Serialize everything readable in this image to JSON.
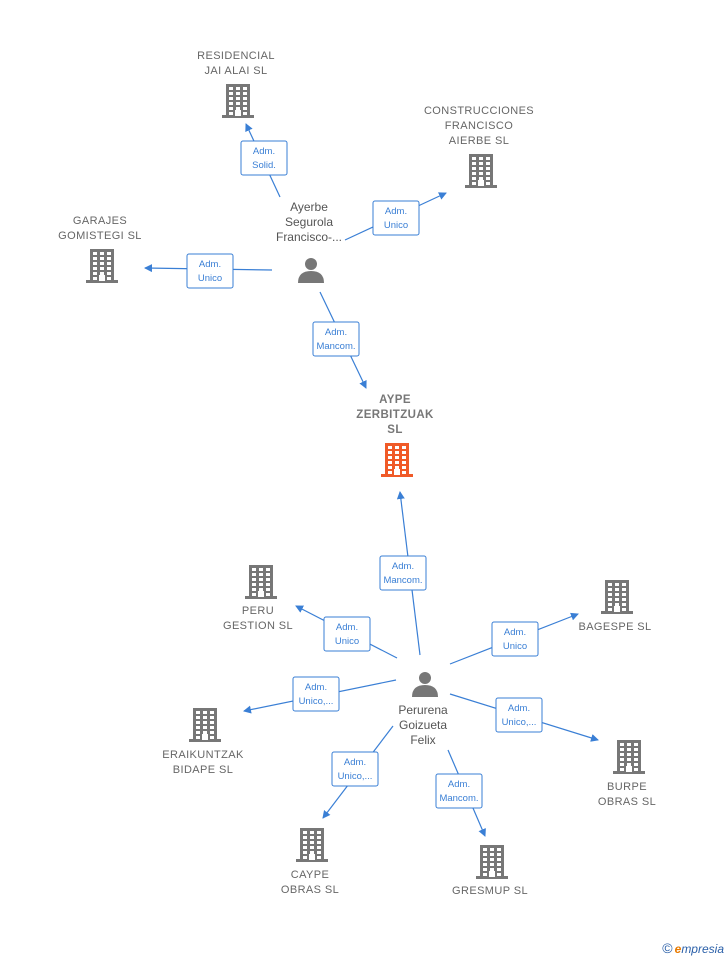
{
  "nodes": [
    {
      "id": "residencial",
      "type": "company",
      "lines": [
        "RESIDENCIAL",
        "JAI ALAI  SL"
      ],
      "color": "#777777"
    },
    {
      "id": "construcciones",
      "type": "company",
      "lines": [
        "CONSTRUCCIONES",
        "FRANCISCO",
        "AIERBE SL"
      ],
      "color": "#777777"
    },
    {
      "id": "garajes",
      "type": "company",
      "lines": [
        "GARAJES",
        "GOMISTEGI  SL"
      ],
      "color": "#777777"
    },
    {
      "id": "ayerbe",
      "type": "person",
      "lines": [
        "Ayerbe",
        "Segurola",
        "Francisco-..."
      ],
      "color": "#777777"
    },
    {
      "id": "aype",
      "type": "company",
      "focus": true,
      "lines": [
        "AYPE",
        "ZERBITZUAK",
        "SL"
      ],
      "color": "#f05a28"
    },
    {
      "id": "peru",
      "type": "company",
      "lines": [
        "PERU",
        "GESTION  SL"
      ],
      "color": "#777777"
    },
    {
      "id": "bagespe",
      "type": "company",
      "lines": [
        "BAGESPE  SL"
      ],
      "color": "#777777"
    },
    {
      "id": "perurena",
      "type": "person",
      "lines": [
        "Perurena",
        "Goizueta",
        "Felix"
      ],
      "color": "#777777"
    },
    {
      "id": "eraikuntzak",
      "type": "company",
      "lines": [
        "ERAIKUNTZAK",
        "BIDAPE  SL"
      ],
      "color": "#777777"
    },
    {
      "id": "burpe",
      "type": "company",
      "lines": [
        "BURPE",
        "OBRAS  SL"
      ],
      "color": "#777777"
    },
    {
      "id": "caype",
      "type": "company",
      "lines": [
        "CAYPE",
        "OBRAS  SL"
      ],
      "color": "#777777"
    },
    {
      "id": "gresmup",
      "type": "company",
      "lines": [
        "GRESMUP  SL"
      ],
      "color": "#777777"
    }
  ],
  "edges": [
    {
      "from": "ayerbe",
      "to": "residencial",
      "label": [
        "Adm.",
        "Solid."
      ]
    },
    {
      "from": "ayerbe",
      "to": "construcciones",
      "label": [
        "Adm.",
        "Unico"
      ]
    },
    {
      "from": "ayerbe",
      "to": "garajes",
      "label": [
        "Adm.",
        "Unico"
      ]
    },
    {
      "from": "ayerbe",
      "to": "aype",
      "label": [
        "Adm.",
        "Mancom."
      ]
    },
    {
      "from": "perurena",
      "to": "aype",
      "label": [
        "Adm.",
        "Mancom."
      ]
    },
    {
      "from": "perurena",
      "to": "peru",
      "label": [
        "Adm.",
        "Unico"
      ]
    },
    {
      "from": "perurena",
      "to": "bagespe",
      "label": [
        "Adm.",
        "Unico"
      ]
    },
    {
      "from": "perurena",
      "to": "eraikuntzak",
      "label": [
        "Adm.",
        "Unico,..."
      ]
    },
    {
      "from": "perurena",
      "to": "burpe",
      "label": [
        "Adm.",
        "Unico,..."
      ]
    },
    {
      "from": "perurena",
      "to": "caype",
      "label": [
        "Adm.",
        "Unico,..."
      ]
    },
    {
      "from": "perurena",
      "to": "gresmup",
      "label": [
        "Adm.",
        "Mancom."
      ]
    }
  ],
  "watermark": {
    "copyright": "©",
    "brand_first": "e",
    "brand_rest": "mpresia"
  },
  "colors": {
    "edge": "#3a7fd5",
    "company": "#777777",
    "focus": "#f05a28"
  }
}
